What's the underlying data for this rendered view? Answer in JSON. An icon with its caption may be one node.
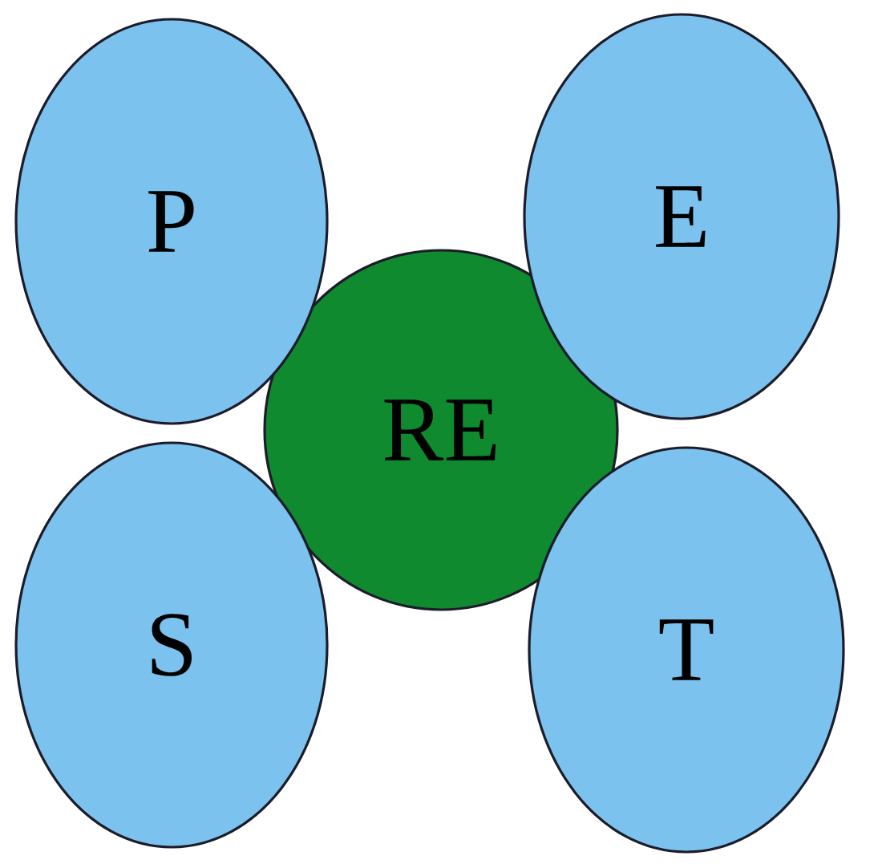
{
  "diagram": {
    "nodes": [
      {
        "text": [
          "P"
        ]
      },
      {
        "text": [
          "E"
        ]
      },
      {
        "text": [
          "RE"
        ]
      },
      {
        "text": [
          "S"
        ]
      },
      {
        "text": [
          "T"
        ]
      }
    ]
  }
}
